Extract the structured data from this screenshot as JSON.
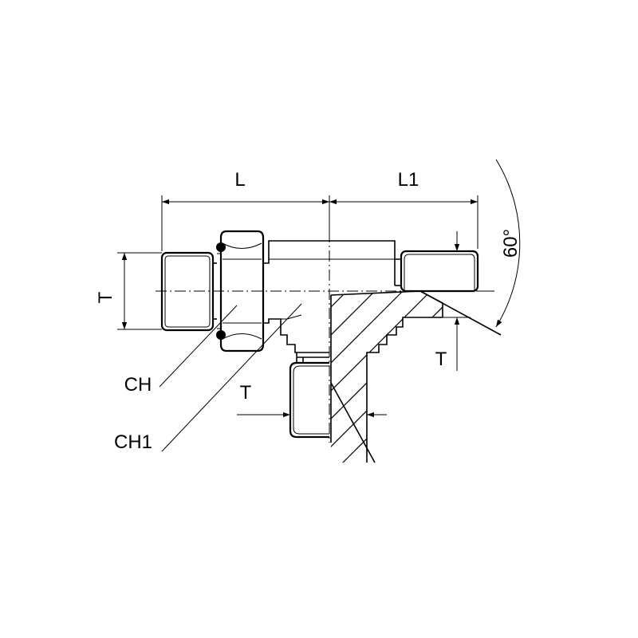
{
  "labels": {
    "L": "L",
    "L1": "L1",
    "T_left": "T",
    "T_bottom": "T",
    "T_right": "T",
    "CH": "CH",
    "CH1": "CH1",
    "angle": "60°"
  },
  "colors": {
    "line": "#000000",
    "background": "#ffffff"
  }
}
